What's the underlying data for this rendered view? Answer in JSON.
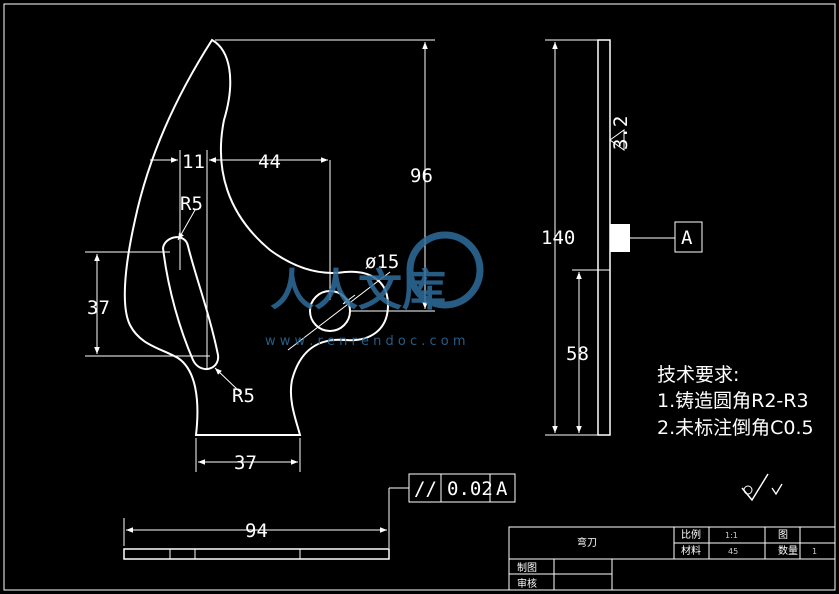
{
  "dims": {
    "d11": "11",
    "d44": "44",
    "d96": "96",
    "r5_top": "R5",
    "r5_bot": "R5",
    "d37_left": "37",
    "phi15": "ø15",
    "d37_bottom": "37",
    "d94": "94",
    "d140": "140",
    "d58": "58",
    "rough": "3.2"
  },
  "datum": {
    "label": "A",
    "tol_symbol": "//",
    "tol_value": "0.02",
    "tol_datum": "A"
  },
  "notes": {
    "heading": "技术要求:",
    "line1": "1.铸造圆角R2-R3",
    "line2": "2.未标注倒角C0.5"
  },
  "title_block": {
    "part_name": "弯刀",
    "scale_label": "比例",
    "scale_value": "1:1",
    "drawing_label": "图",
    "material_label": "材料",
    "material_value": "45",
    "qty_label": "数量",
    "qty_value": "1",
    "drawn_label": "制图",
    "review_label": "审核"
  },
  "watermark": {
    "text": "人人文库",
    "url": "w w w . r e n r e n d o c . c o m"
  },
  "colors": {
    "line": "#ffffff",
    "watermark": "#2e6d9c",
    "background": "#000000"
  }
}
